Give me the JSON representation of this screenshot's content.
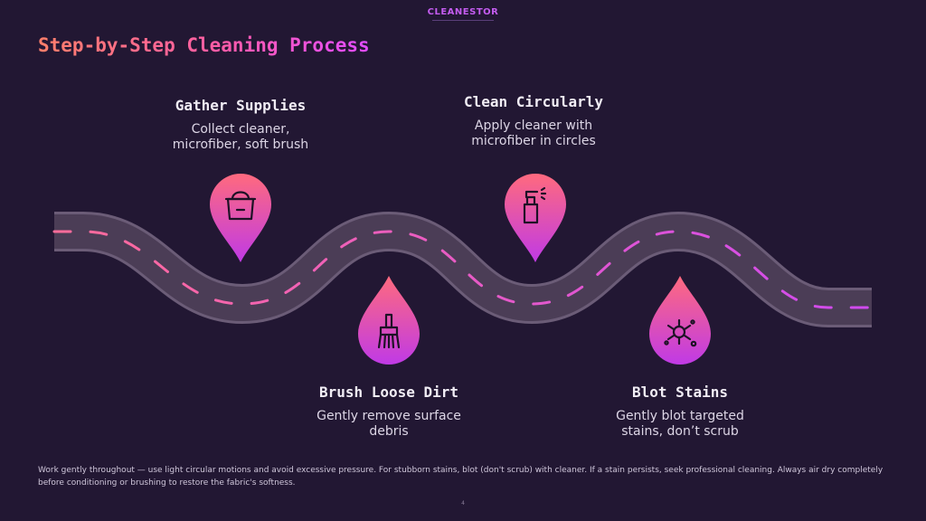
{
  "brand": {
    "logo_text": "CLEANESTOR"
  },
  "title": "Step-by-Step Cleaning Process",
  "steps": [
    {
      "title": "Gather Supplies",
      "desc_lines": [
        "Collect cleaner,",
        "microfiber, soft brush"
      ],
      "icon": "bucket-icon"
    },
    {
      "title": "Brush Loose Dirt",
      "desc_lines": [
        "Gently remove surface",
        "debris"
      ],
      "icon": "brush-icon"
    },
    {
      "title": "Clean Circularly",
      "desc_lines": [
        "Apply cleaner with",
        "microfiber in circles"
      ],
      "icon": "spray-bottle-icon"
    },
    {
      "title": "Blot Stains",
      "desc_lines": [
        "Gently blot targeted",
        "stains, don’t scrub"
      ],
      "icon": "stain-splat-icon"
    }
  ],
  "footer_note": "Work gently throughout — use light circular motions and avoid excessive pressure. For stubborn stains, blot (don't scrub) with cleaner. If a stain persists, seek professional cleaning. Always air dry completely before conditioning or brushing to restore the fabric's softness.",
  "page_number": "4",
  "colors": {
    "background": "#221733",
    "road": "#54455e",
    "road_dash": "#e35bd8",
    "pin_gradient_start": "#ff6a7e",
    "pin_gradient_end": "#c03ae6",
    "title_gradient_start": "#ff7f6a",
    "title_gradient_end": "#e14cff"
  }
}
